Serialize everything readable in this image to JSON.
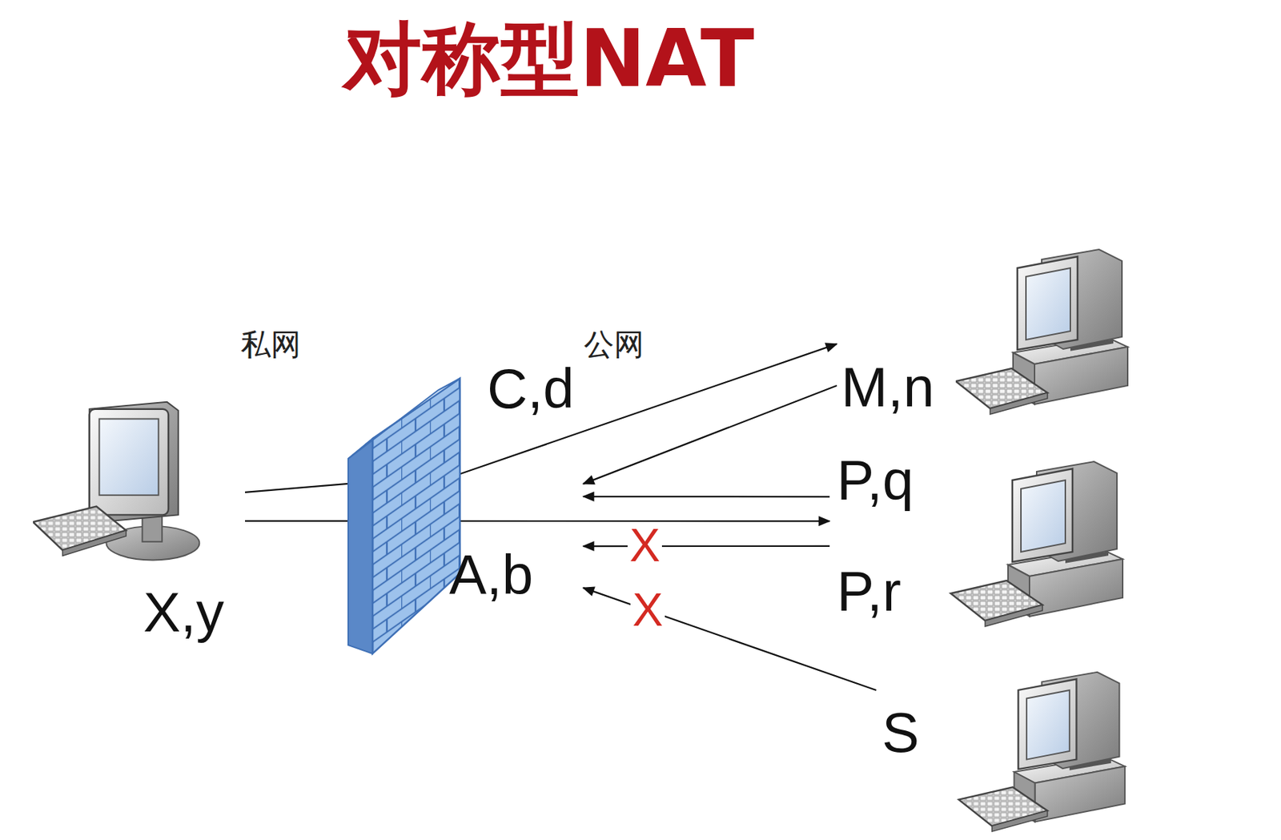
{
  "diagram": {
    "title": "对称型NAT",
    "nodes": [
      {
        "text": [
          "X,y"
        ]
      },
      {
        "text": [
          "C,d",
          "A,b"
        ]
      },
      {
        "text": [
          "M,n"
        ]
      },
      {
        "text": [
          "P,q",
          "P,r"
        ]
      },
      {
        "text": [
          "S"
        ]
      }
    ],
    "edges": [
      {
        "from": 0,
        "to": 2,
        "arrow": "to"
      },
      {
        "from": 2,
        "to": 1,
        "arrow": "to"
      },
      {
        "from": 3,
        "to": 1,
        "arrow": "to"
      },
      {
        "from": 0,
        "to": 3,
        "arrow": "to"
      },
      {
        "from": 3,
        "to": 1,
        "label": "X",
        "arrow": "to"
      },
      {
        "from": 4,
        "to": 1,
        "label": "X",
        "arrow": "to"
      }
    ],
    "labels": [
      "私网",
      "公网"
    ]
  }
}
